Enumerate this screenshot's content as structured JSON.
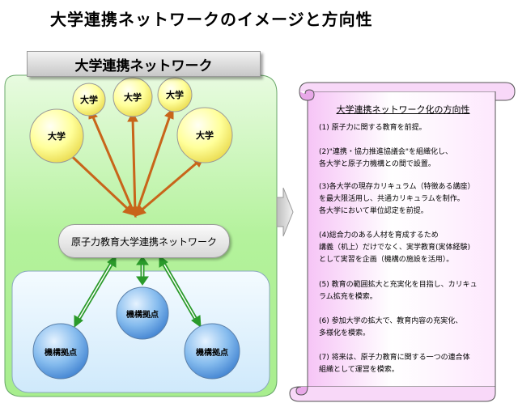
{
  "title": "大学連携ネットワークのイメージと方向性",
  "network_banner": "大学連携ネットワーク",
  "universities": [
    "大学",
    "大学",
    "大学",
    "大学",
    "大学"
  ],
  "hub_label": "原子力教育大学連携ネットワーク",
  "bases": [
    "機構拠点",
    "機構拠点",
    "機構拠点"
  ],
  "scroll": {
    "title": "大学連携ネットワーク化の方向性",
    "items": [
      [
        "(1) 原子力に関する教育を前提。"
      ],
      [
        "(2)\"連携・協力推進協議会\"を組織化し、",
        "  各大学と原子力機構との間で設置。"
      ],
      [
        "(3)各大学の現存カリキュラム（特徴ある講座）",
        "  を最大限活用し、共通カリキュラムを制作。",
        "  各大学において単位認定を前提。"
      ],
      [
        "(4)総合力のある人材を育成するため",
        "  講義（机上）だけでなく、実学教育(実体経験)",
        "  として実習を企画（機構の施設を活用）。"
      ],
      [
        "(5) 教育の範囲拡大と充実化を目指し、カリキュ",
        "  ラム拡充を模索。"
      ],
      [
        "(6) 参加大学の拡大で、教育内容の充実化、",
        "  多様化を模索。"
      ],
      [
        "(7) 将来は、原子力教育に関する一つの連合体",
        "  組織として運営を模索。"
      ]
    ]
  },
  "colors": {
    "outer_panel": "#a8f090",
    "university_fill": "#ffff88",
    "base_fill": "#6aa8e8",
    "orange_arrow": "#cc6a1a",
    "green_arrow": "#2a9a2a",
    "scroll_fill": "#f4c8f4"
  }
}
